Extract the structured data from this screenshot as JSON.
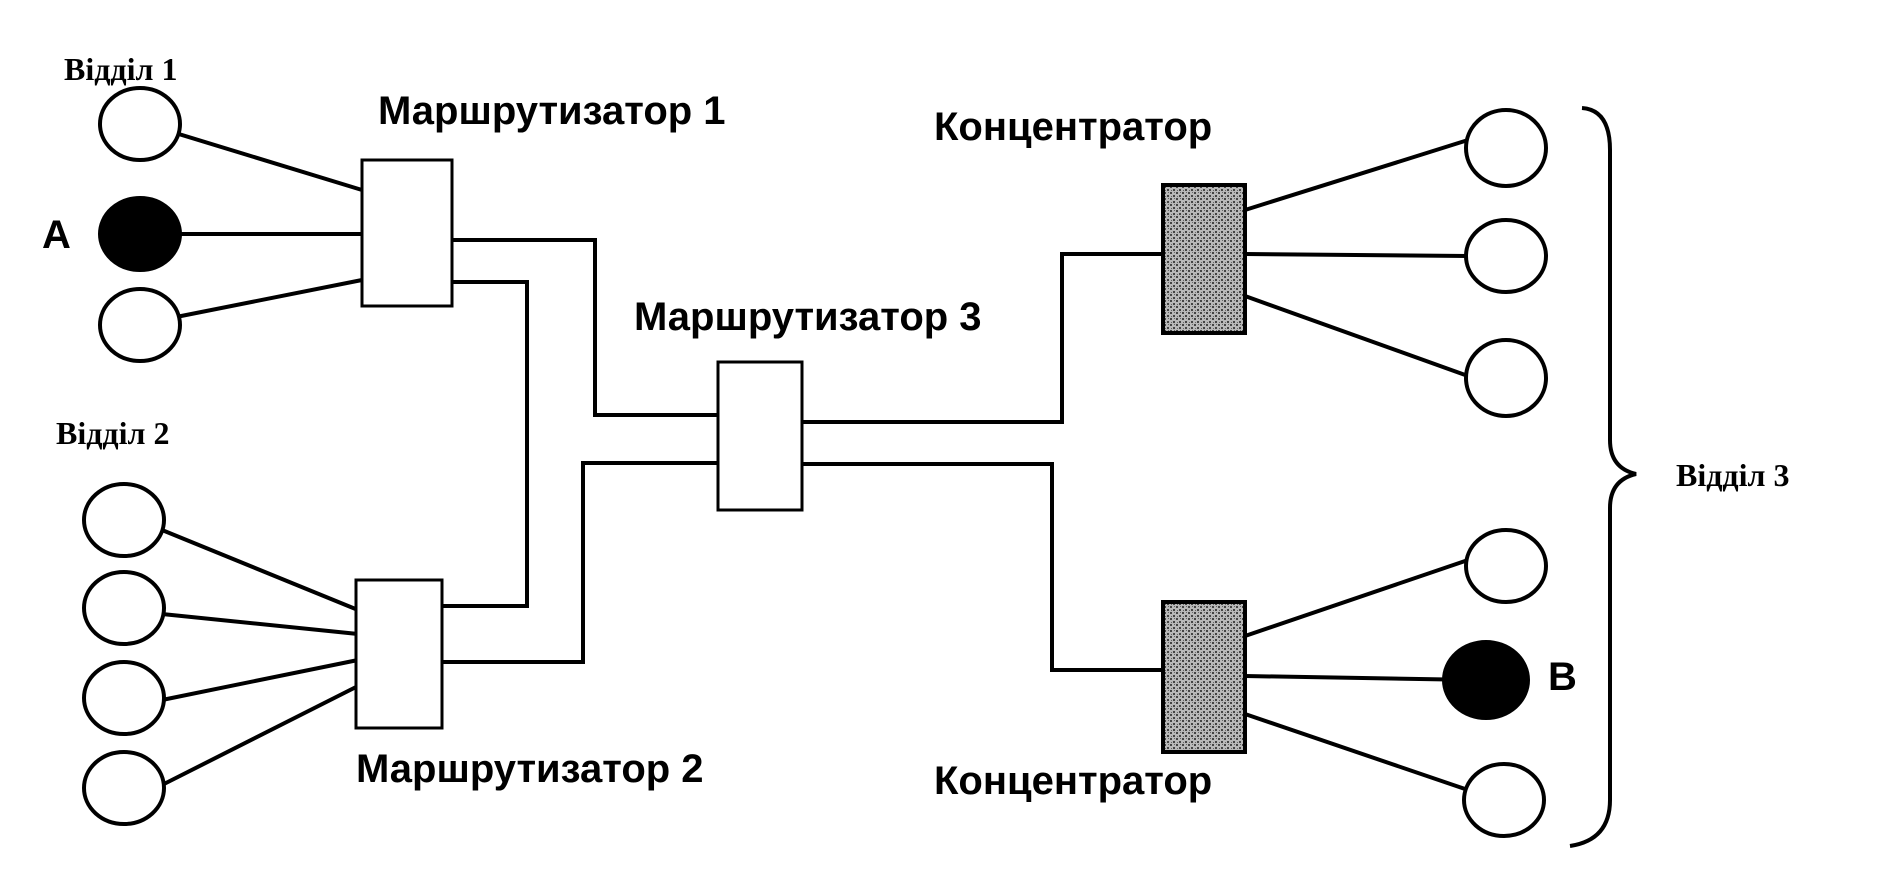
{
  "departments": {
    "dept1": "Відділ 1",
    "dept2": "Відділ 2",
    "dept3": "Відділ 3"
  },
  "devices": {
    "router1": "Маршрутизатор 1",
    "router2": "Маршрутизатор 2",
    "router3": "Маршрутизатор 3",
    "hub_top": "Концентратор",
    "hub_bottom": "Концентратор"
  },
  "nodes": {
    "a": "A",
    "b": "B"
  },
  "colors": {
    "line": "#000000",
    "highlighted_node": "#000000",
    "hub_fill": "#9a9a9a"
  }
}
